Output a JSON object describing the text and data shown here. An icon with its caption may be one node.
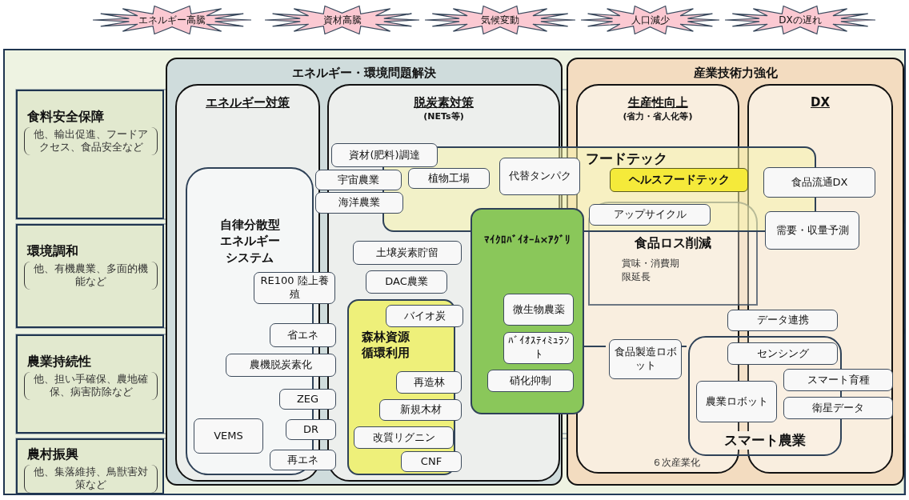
{
  "diagram": {
    "nodes": [
      {
        "text": [
          "エネルギー高騰"
        ]
      },
      {
        "text": [
          "資材高騰"
        ]
      },
      {
        "text": [
          "気候変動"
        ]
      },
      {
        "text": [
          "人口減少"
        ]
      },
      {
        "text": [
          "DXの遅れ"
        ]
      },
      {
        "text": [
          "食料安全保障",
          "他、輸出促進、フードアクセス、食品安全など"
        ]
      },
      {
        "text": [
          "環境調和",
          "他、有機農業、多面的機能など"
        ]
      },
      {
        "text": [
          "農業持続性",
          "他、担い手確保、農地確保、病害防除など"
        ]
      },
      {
        "text": [
          "農村振興",
          "他、集落維持、鳥獣害対策など"
        ]
      },
      {
        "text": [
          "エネルギー・環境問題解決"
        ]
      },
      {
        "text": [
          "産業技術力強化"
        ]
      },
      {
        "text": [
          "エネルギー対策"
        ],
        "in": 9
      },
      {
        "text": [
          "自律分散型エネルギーシステム"
        ],
        "in": 11
      },
      {
        "text": [
          "RE100 陸上養殖"
        ],
        "in": 9
      },
      {
        "text": [
          "省エネ"
        ],
        "in": 9
      },
      {
        "text": [
          "農機脱炭素化"
        ],
        "in": 9
      },
      {
        "text": [
          "ZEG"
        ],
        "in": 9
      },
      {
        "text": [
          "DR"
        ],
        "in": 9
      },
      {
        "text": [
          "VEMS"
        ],
        "in": 12
      },
      {
        "text": [
          "再エネ"
        ],
        "in": 9
      },
      {
        "text": [
          "脱炭素対策",
          "(NETs等)"
        ],
        "in": 9
      },
      {
        "text": [
          "フードテック"
        ]
      },
      {
        "text": [
          "ヘルスフードテック"
        ]
      },
      {
        "text": [
          "資材(肥料)調達"
        ],
        "in": 20
      },
      {
        "text": [
          "宇宙農業"
        ],
        "in": 9
      },
      {
        "text": [
          "植物工場"
        ]
      },
      {
        "text": [
          "海洋農業"
        ],
        "in": 9
      },
      {
        "text": [
          "代替タンパク"
        ],
        "in": 21
      },
      {
        "text": [
          "食品ロス削減",
          "賞味・消費期限延長"
        ],
        "in": 10
      },
      {
        "text": [
          "アップサイクル"
        ]
      },
      {
        "text": [
          "生産性向上",
          "(省力・省人化等)"
        ],
        "in": 10
      },
      {
        "text": [
          "DX"
        ],
        "in": 10
      },
      {
        "text": [
          "食品流通DX"
        ],
        "in": 31
      },
      {
        "text": [
          "需要・収量予測"
        ],
        "in": 31
      },
      {
        "text": [
          "土壌炭素貯留"
        ],
        "in": 20
      },
      {
        "text": [
          "DAC農業"
        ],
        "in": 20
      },
      {
        "text": [
          "森林資源循環利用"
        ],
        "in": 20
      },
      {
        "text": [
          "バイオ炭"
        ],
        "in": 20
      },
      {
        "text": [
          "再造林"
        ],
        "in": 20
      },
      {
        "text": [
          "新規木材"
        ],
        "in": 20
      },
      {
        "text": [
          "改質リグニン"
        ],
        "in": 36
      },
      {
        "text": [
          "CNF"
        ],
        "in": 20
      },
      {
        "text": [
          "ﾏｲｸﾛﾊﾞｲｵｰﾑ×ｱｸﾞﾘ"
        ]
      },
      {
        "text": [
          "微生物農薬"
        ],
        "in": 42
      },
      {
        "text": [
          "ﾊﾞｲｵｽﾃｨﾐｭﾗﾝﾄ"
        ],
        "in": 42
      },
      {
        "text": [
          "硝化抑制"
        ],
        "in": 42
      },
      {
        "text": [
          "食品製造ロボット"
        ],
        "in": 30
      },
      {
        "text": [
          "スマート農業"
        ],
        "in": 10
      },
      {
        "text": [
          "データ連携"
        ],
        "in": 10
      },
      {
        "text": [
          "センシング"
        ],
        "in": 47
      },
      {
        "text": [
          "農業ロボット"
        ],
        "in": 47
      },
      {
        "text": [
          "スマート育種"
        ],
        "in": 31
      },
      {
        "text": [
          "衛星データ"
        ],
        "in": 31
      }
    ],
    "edges": [
      {
        "from": 42,
        "to": 46,
        "arrow": "none"
      },
      {
        "from": 46,
        "to": 47,
        "arrow": "none"
      }
    ],
    "labels": [
      "６次産業化"
    ]
  }
}
